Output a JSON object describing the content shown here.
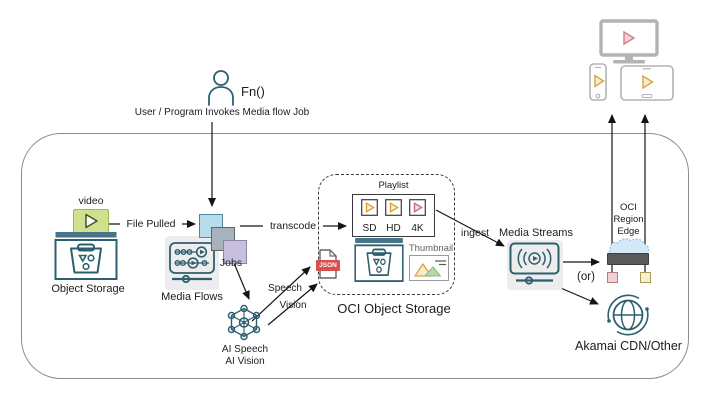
{
  "actor": {
    "label": "Fn()",
    "caption": "User / Program Invokes Media flow Job"
  },
  "nodes": {
    "video": {
      "label": "video"
    },
    "object_storage": {
      "label": "Object Storage"
    },
    "media_flows": {
      "label": "Media Flows"
    },
    "jobs": {
      "label": "Jobs"
    },
    "ai": {
      "line1": "AI Speech",
      "line2": "AI Vision"
    },
    "oci_bucket": {
      "label": "OCI Object Storage"
    },
    "playlist": {
      "label": "Playlist",
      "renditions": [
        {
          "label": "SD"
        },
        {
          "label": "HD"
        },
        {
          "label": "4K"
        }
      ]
    },
    "json_file": {
      "badge": "JSON"
    },
    "thumbnail": {
      "label": "Thumbnail"
    },
    "media_streams": {
      "label": "Media Streams"
    },
    "region_edge": {
      "line1": "OCI",
      "line2": "Region",
      "line3": "Edge"
    },
    "or": {
      "label": "(or)"
    },
    "cdn": {
      "label": "Akamai CDN/Other"
    }
  },
  "edges": {
    "file_pulled": {
      "label": "File Pulled"
    },
    "transcode": {
      "label": "transcode"
    },
    "speech": {
      "label": "Speech"
    },
    "vision": {
      "label": "Vision"
    },
    "ingest": {
      "label": "ingest"
    }
  },
  "icons": {
    "actor": "person-icon",
    "video": "video-play-icon",
    "object_storage": "storage-bucket-icon",
    "media_flows": "media-flows-icon",
    "jobs": "job-stack-icon",
    "ai": "ai-network-icon",
    "json_file": "json-file-icon",
    "thumbnail": "image-thumbnail-icon",
    "media_streams": "media-streams-icon",
    "region_edge": "edge-cloud-icon",
    "cdn": "globe-cdn-icon",
    "devices": [
      "tv-icon",
      "phone-icon",
      "tablet-icon"
    ]
  },
  "colors": {
    "ink": "#1c1c1c",
    "teal": "#2e5f6e",
    "video_green": "#cfe18d",
    "video_green_border": "#9fb554",
    "job_blue": "#b9dcec",
    "job_blue_border": "#4f87a0",
    "job_gray": "#a8b2bd",
    "job_gray_border": "#5a6672",
    "job_purple": "#c6bfdd",
    "job_purple_border": "#8b84a8",
    "play_yellow": "#d9a43c",
    "play_red": "#cf6b70",
    "json_red": "#d6504f",
    "cloud_blue": "#d4e9f8",
    "edge_bar_gray": "#5a5a5a",
    "chip_pink": "#f0d2d4",
    "chip_cream": "#f8efcb",
    "device_gray": "#b3b3b3",
    "panel_gray": "#ededed"
  }
}
